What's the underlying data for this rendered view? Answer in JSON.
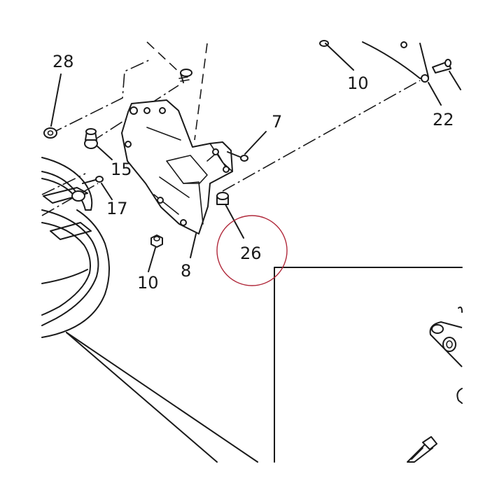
{
  "callouts": {
    "c28": "28",
    "c10_top": "10",
    "c22": "22",
    "c7": "7",
    "c15": "15",
    "c17": "17",
    "c26": "26",
    "c10_bottom": "10",
    "c8": "8"
  },
  "colors": {
    "line": "#1a1a1a",
    "highlight_circle": "#b0283a",
    "background": "#ffffff"
  }
}
